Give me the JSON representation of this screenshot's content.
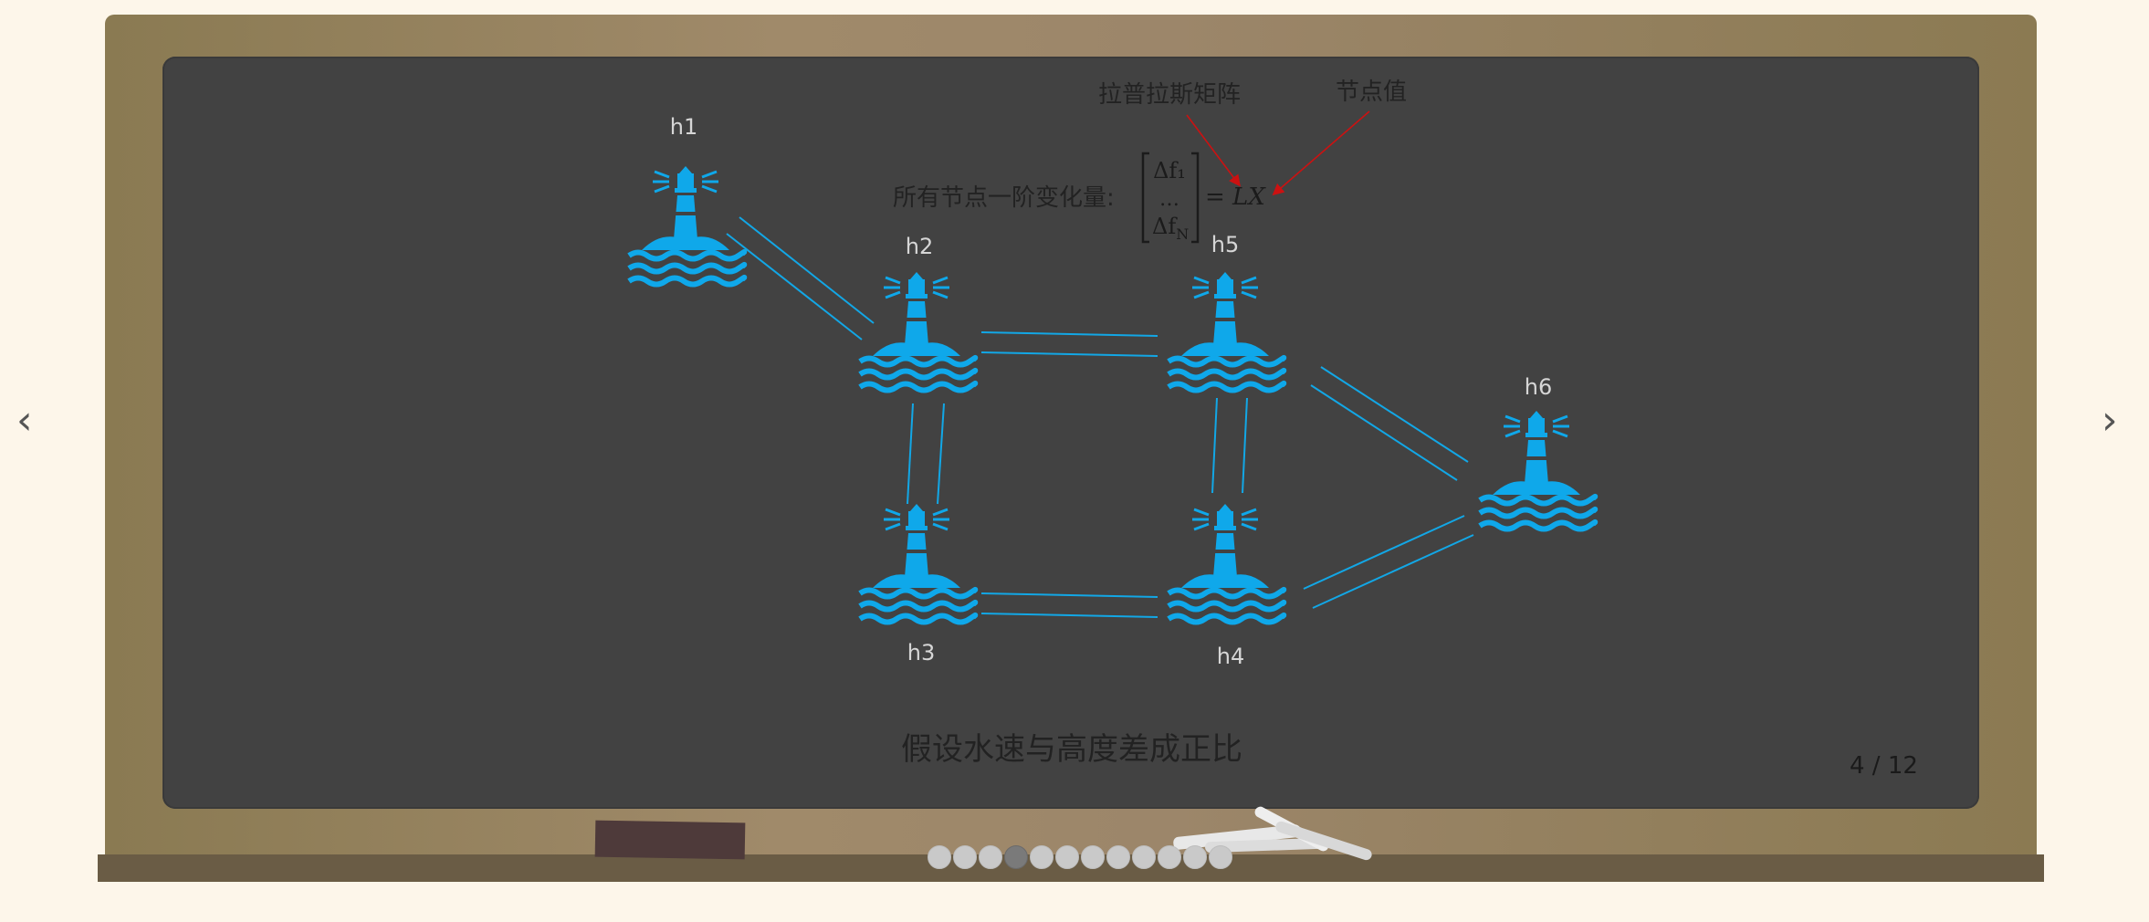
{
  "nav": {
    "prev": "‹",
    "next": "›"
  },
  "slide": {
    "counter": "4 / 12",
    "caption": "假设水速与高度差成正比",
    "formula_label": "所有节点一阶变化量:",
    "formula_top": "Δf₁",
    "formula_mid": "…",
    "formula_bottom": "Δf",
    "formula_bottom_sub": "N",
    "formula_rhs": "= LX",
    "annotation_laplacian": "拉普拉斯矩阵",
    "annotation_node_value": "节点值",
    "nodes": [
      "h1",
      "h2",
      "h3",
      "h4",
      "h5",
      "h6"
    ],
    "node_icon": "lighthouse-icon",
    "node_color": "#0fa8ea",
    "arrow_color": "#cc1111"
  },
  "pagination": {
    "total": 12,
    "current": 4
  }
}
